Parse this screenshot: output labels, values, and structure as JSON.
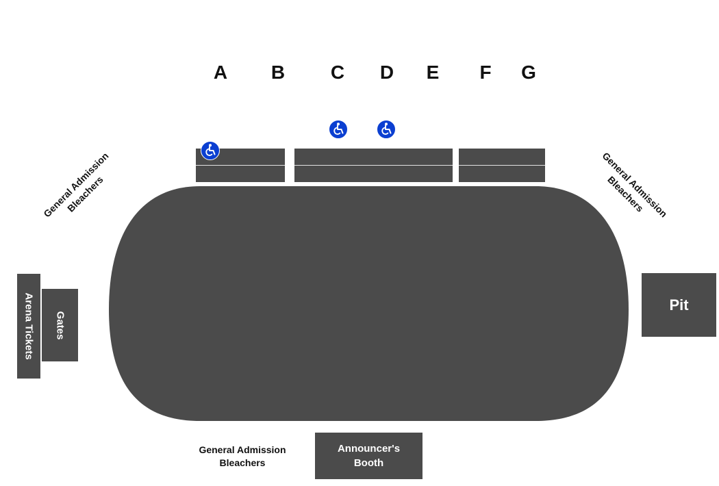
{
  "section_letters": [
    "A",
    "B",
    "C",
    "D",
    "E",
    "F",
    "G"
  ],
  "areas": {
    "arena_tickets": "Arena Tickets",
    "gates": "Gates",
    "pit": "Pit",
    "announcers_booth": "Announcer's\nBooth"
  },
  "general_admission": {
    "left_top": "General Admission\nBleachers",
    "right_top": "General Admission\nBleachers",
    "bottom": "General Admission\nBleachers"
  },
  "icons": {
    "accessibility": "wheelchair-icon"
  },
  "colors": {
    "seating_block": "#4b4b4b",
    "accessibility": "#0b3fd1",
    "background": "#ffffff"
  }
}
